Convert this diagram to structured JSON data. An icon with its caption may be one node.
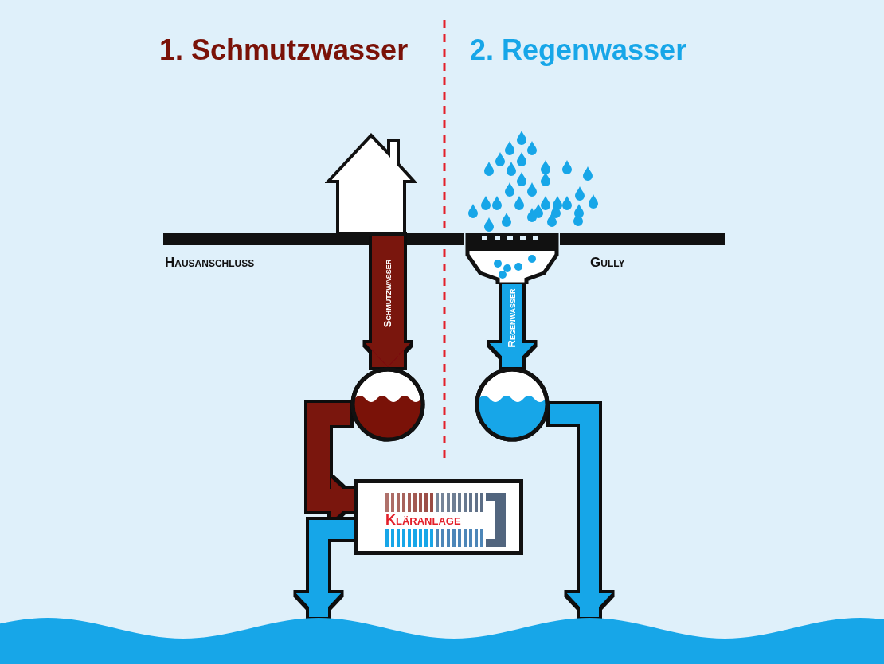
{
  "diagram": {
    "nodes": [
      {
        "text": [],
        "shape": "picture"
      },
      {
        "text": [],
        "shape": "circle"
      },
      {
        "text": [],
        "shape": "picture",
        "beside": [
          "Gully"
        ]
      },
      {
        "text": [],
        "shape": "circle"
      },
      {
        "text": [
          "Kläranlage"
        ]
      },
      {
        "text": [],
        "shape": "picture"
      }
    ],
    "edges": [
      {
        "from": 0,
        "to": 1,
        "arrow": "to",
        "label": "Schmutzwasser",
        "color": "#7a1208"
      },
      {
        "from": 2,
        "to": 3,
        "arrow": "to",
        "label": "Regenwasser"
      },
      {
        "from": 1,
        "to": 4,
        "arrow": "to",
        "color": "#7a1208"
      },
      {
        "from": 4,
        "to": 5,
        "arrow": "to"
      },
      {
        "from": 3,
        "to": 5,
        "arrow": "to"
      }
    ],
    "labels": [
      "1. Schmutzwasser",
      "2. Regenwasser",
      "Hausanschluss"
    ]
  }
}
